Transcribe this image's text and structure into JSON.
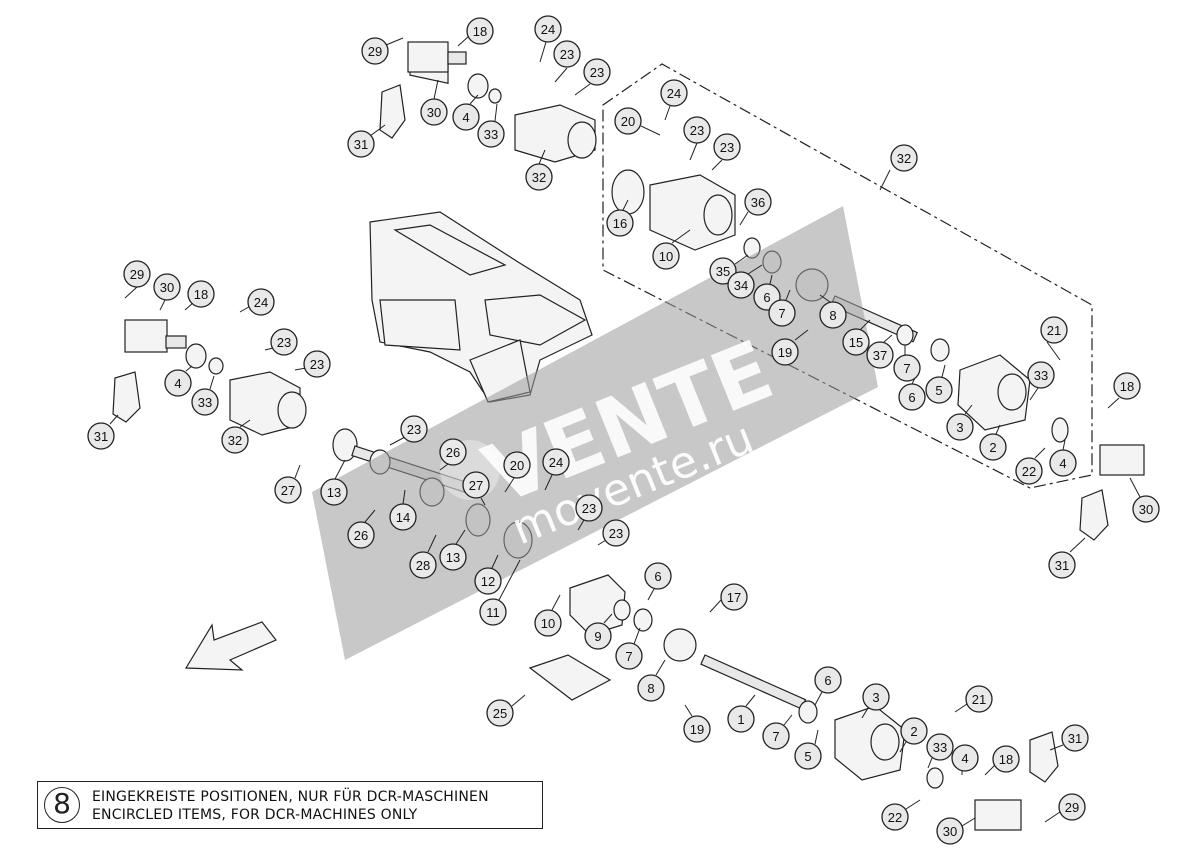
{
  "legend": {
    "icon": "encircled-eight-icon",
    "icon_glyph": "8",
    "line_de": "EINGEKREISTE POSITIONEN, NUR FÜR DCR-MASCHINEN",
    "line_en": "ENCIRCLED ITEMS, FOR DCR-MACHINES ONLY"
  },
  "watermark": {
    "brand": "VENTE",
    "url": "movente.ru"
  },
  "callouts": [
    {
      "label": "29"
    },
    {
      "label": "18"
    },
    {
      "label": "24"
    },
    {
      "label": "23"
    },
    {
      "label": "23"
    },
    {
      "label": "31"
    },
    {
      "label": "30"
    },
    {
      "label": "4"
    },
    {
      "label": "33"
    },
    {
      "label": "32"
    },
    {
      "label": "20"
    },
    {
      "label": "24"
    },
    {
      "label": "23"
    },
    {
      "label": "23"
    },
    {
      "label": "32"
    },
    {
      "label": "16"
    },
    {
      "label": "36"
    },
    {
      "label": "10"
    },
    {
      "label": "35"
    },
    {
      "label": "34"
    },
    {
      "label": "6"
    },
    {
      "label": "7"
    },
    {
      "label": "8"
    },
    {
      "label": "19"
    },
    {
      "label": "15"
    },
    {
      "label": "37"
    },
    {
      "label": "7"
    },
    {
      "label": "6"
    },
    {
      "label": "5"
    },
    {
      "label": "21"
    },
    {
      "label": "33"
    },
    {
      "label": "18"
    },
    {
      "label": "3"
    },
    {
      "label": "2"
    },
    {
      "label": "22"
    },
    {
      "label": "4"
    },
    {
      "label": "30"
    },
    {
      "label": "31"
    },
    {
      "label": "29"
    },
    {
      "label": "30"
    },
    {
      "label": "18"
    },
    {
      "label": "24"
    },
    {
      "label": "23"
    },
    {
      "label": "23"
    },
    {
      "label": "4"
    },
    {
      "label": "33"
    },
    {
      "label": "31"
    },
    {
      "label": "32"
    },
    {
      "label": "27"
    },
    {
      "label": "13"
    },
    {
      "label": "23"
    },
    {
      "label": "26"
    },
    {
      "label": "14"
    },
    {
      "label": "26"
    },
    {
      "label": "27"
    },
    {
      "label": "20"
    },
    {
      "label": "24"
    },
    {
      "label": "23"
    },
    {
      "label": "23"
    },
    {
      "label": "28"
    },
    {
      "label": "13"
    },
    {
      "label": "12"
    },
    {
      "label": "11"
    },
    {
      "label": "10"
    },
    {
      "label": "6"
    },
    {
      "label": "9"
    },
    {
      "label": "7"
    },
    {
      "label": "17"
    },
    {
      "label": "8"
    },
    {
      "label": "19"
    },
    {
      "label": "1"
    },
    {
      "label": "6"
    },
    {
      "label": "3"
    },
    {
      "label": "7"
    },
    {
      "label": "5"
    },
    {
      "label": "21"
    },
    {
      "label": "2"
    },
    {
      "label": "33"
    },
    {
      "label": "4"
    },
    {
      "label": "18"
    },
    {
      "label": "31"
    },
    {
      "label": "22"
    },
    {
      "label": "30"
    },
    {
      "label": "29"
    },
    {
      "label": "25"
    }
  ]
}
